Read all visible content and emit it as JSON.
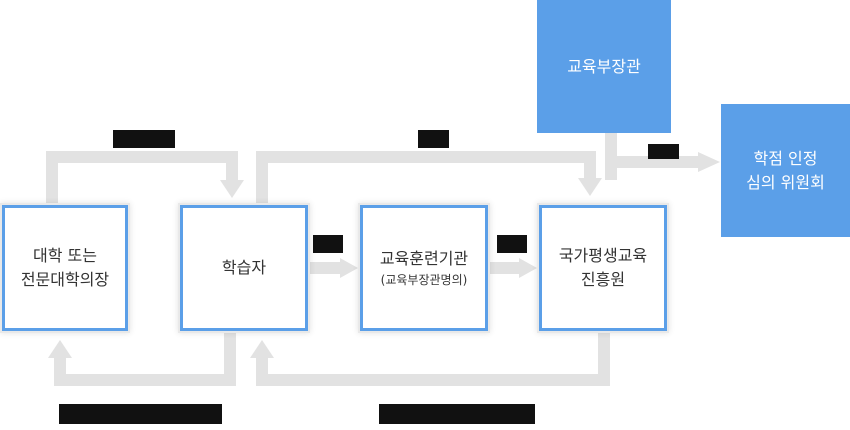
{
  "colors": {
    "accent": "#5b9fe8",
    "connector": "#e2e2e2",
    "label_bg": "#111111"
  },
  "nodes": {
    "university": {
      "line1": "대학 또는",
      "line2": "전문대학의장"
    },
    "learner": {
      "label": "학습자"
    },
    "training": {
      "label": "교육훈련기관",
      "sub": "(교육부장관명의)"
    },
    "nile": {
      "line1": "국가평생교육",
      "line2": "진흥원"
    },
    "minister": {
      "label": "교육부장관"
    },
    "committee": {
      "line1": "학점 인정",
      "line2": "심의 위원회"
    }
  }
}
